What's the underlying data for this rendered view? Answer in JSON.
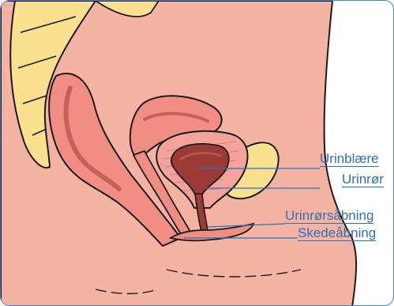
{
  "labels": {
    "bladder": "Urinblære",
    "urethra": "Urinrør",
    "urethral_opening": "Urinrørsåbning",
    "vaginal_opening": "Skedeåbning"
  },
  "colors": {
    "skin": "#f5b3a3",
    "tissue": "#f08e84",
    "bone": "#fbe08f",
    "bladder": "#9c3a35",
    "outline": "#1b1b1b",
    "label": "#2f6fb8",
    "frame": "#4a83c6"
  }
}
